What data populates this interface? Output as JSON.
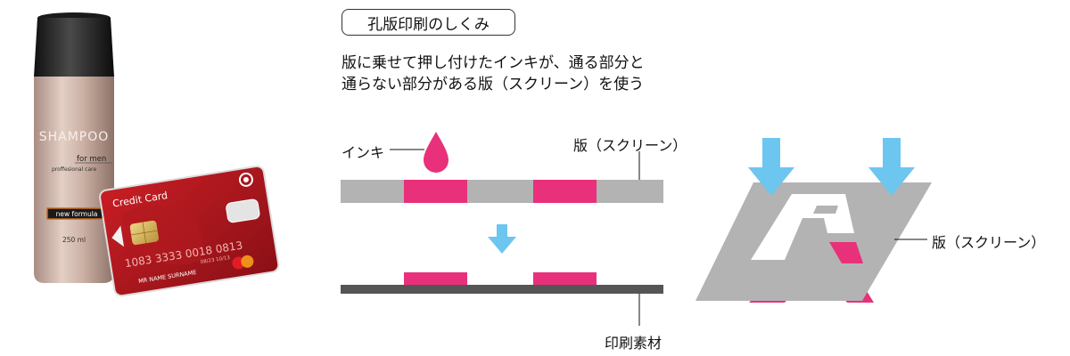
{
  "products": {
    "bottle": {
      "brand": "SHAMPOO",
      "line1": "for men",
      "line2": "proffesional care",
      "badge": "new formula",
      "volume": "250 ml"
    },
    "card": {
      "title": "Credit Card",
      "number": "1083 3333 0018 0813",
      "expiry": "08/23  10/13",
      "holder": "MR  NAME  SURNAME"
    }
  },
  "diagram": {
    "title": "孔版印刷のしくみ",
    "description": [
      "版に乗せて押し付けたインキが、通る部分と",
      "通らない部分がある版（スクリーン）を使う"
    ],
    "labels": {
      "ink": "インキ",
      "screen": "版（スクリーン）",
      "substrate": "印刷素材",
      "screen_right": "版（スクリーン）",
      "letter": "A"
    },
    "colors": {
      "ink": "#e8317a",
      "screen": "#b3b3b3",
      "substrate": "#555555",
      "arrow": "#6cc6ef",
      "letter_cutout": "#ffffff"
    }
  }
}
